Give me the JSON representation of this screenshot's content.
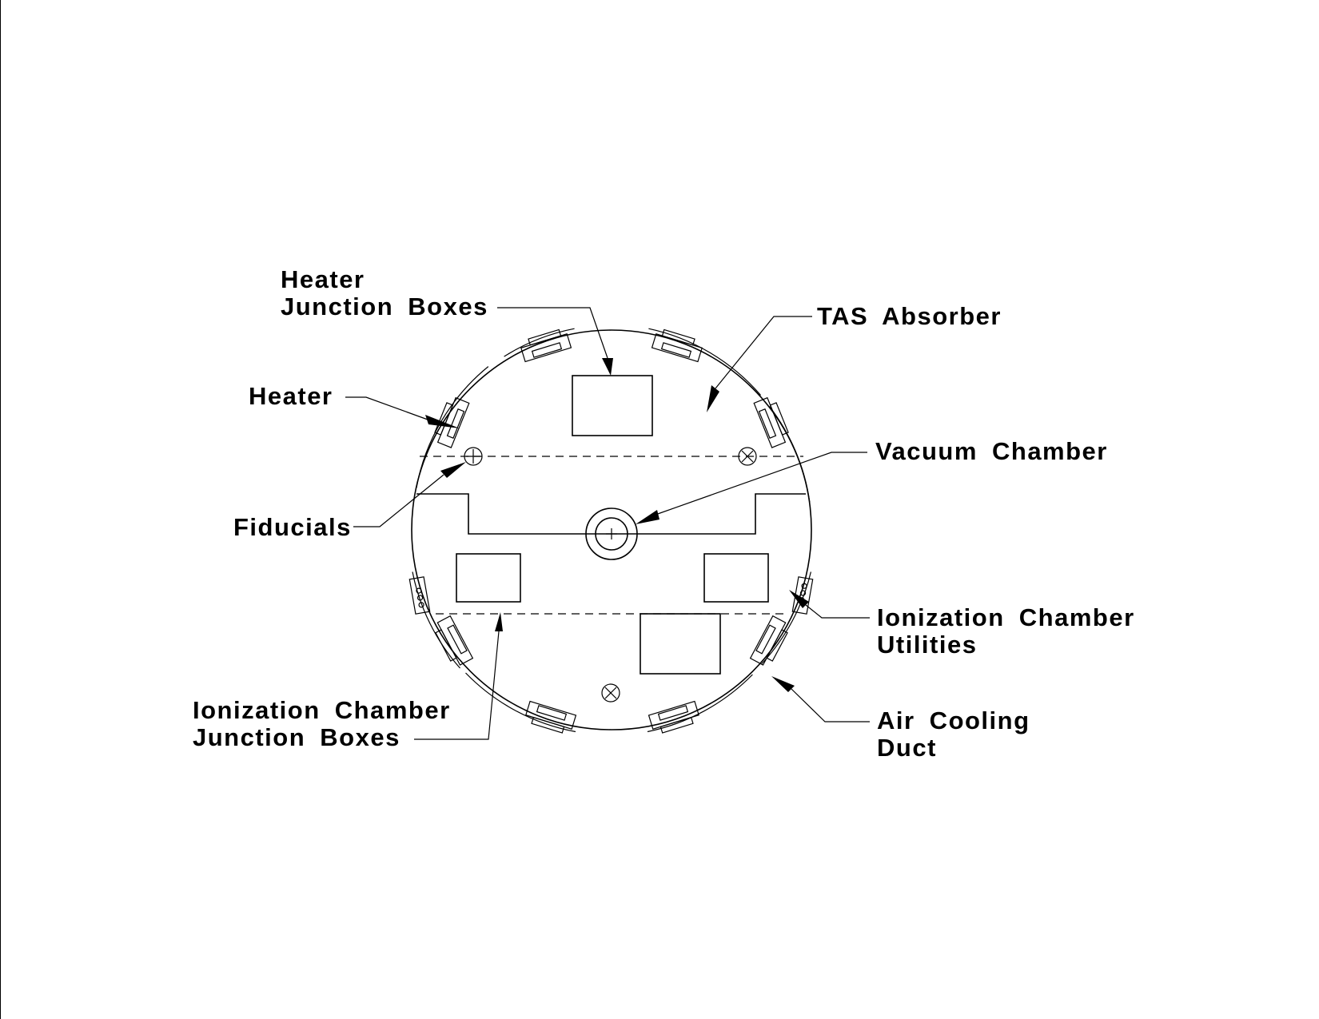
{
  "labels": {
    "heater_junction_boxes": [
      "Heater",
      "Junction Boxes"
    ],
    "tas_absorber": "TAS Absorber",
    "heater": "Heater",
    "vacuum_chamber": "Vacuum Chamber",
    "fiducials": "Fiducials",
    "ionization_chamber_utilities": [
      "Ionization Chamber",
      "Utilities"
    ],
    "ionization_chamber_junction_boxes": [
      "Ionization Chamber",
      "Junction Boxes"
    ],
    "air_cooling_duct": [
      "Air Cooling",
      "Duct"
    ]
  }
}
